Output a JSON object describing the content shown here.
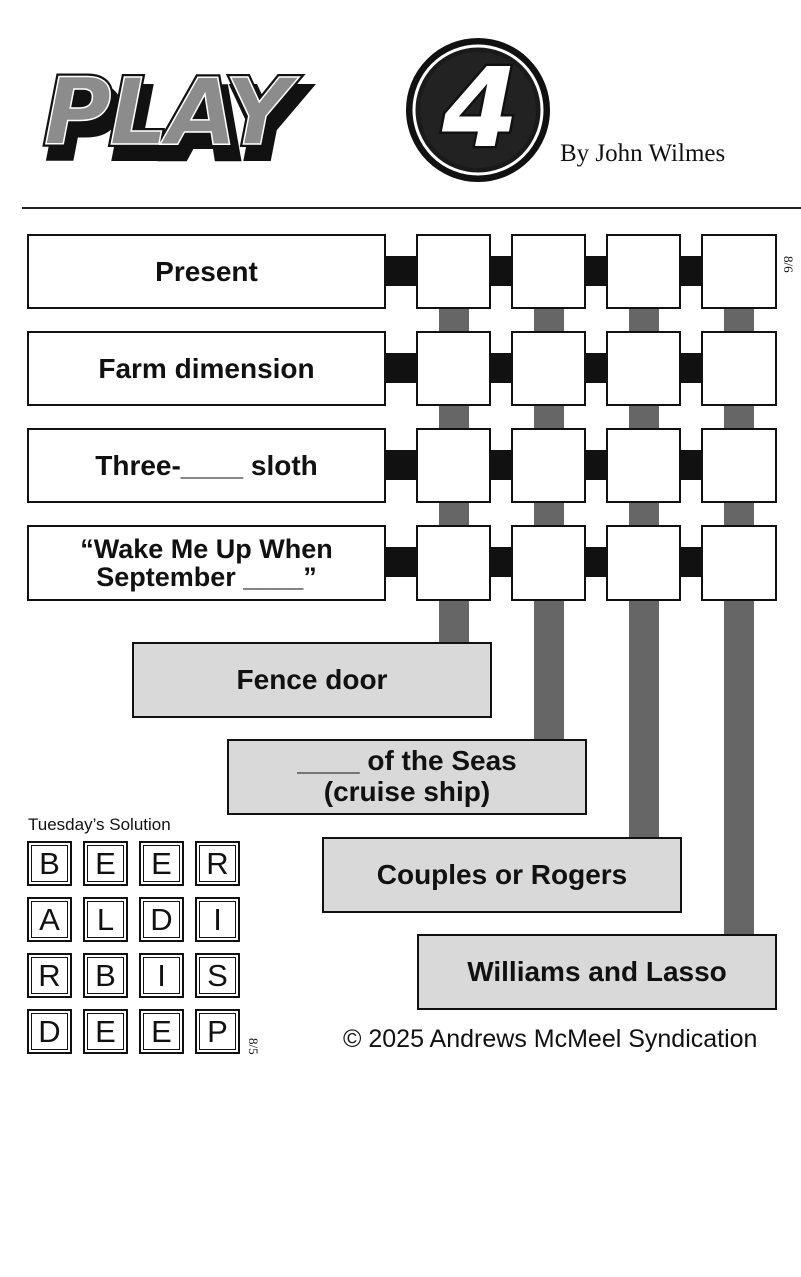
{
  "header": {
    "logo_text": "PLAY",
    "logo_digit": "4",
    "byline": "By John Wilmes",
    "date_top": "8/6"
  },
  "across_clues": [
    {
      "id": "present",
      "text": "Present"
    },
    {
      "id": "farm",
      "text": "Farm dimension"
    },
    {
      "id": "three",
      "text": "Three-____ sloth"
    },
    {
      "id": "wake",
      "line1": "“Wake Me Up When",
      "line2": "September ____”"
    }
  ],
  "down_clues": [
    {
      "line1": "Fence door",
      "line2": ""
    },
    {
      "line1": "____ of the Seas",
      "line2": "(cruise ship)"
    },
    {
      "line1": "Couples or Rogers",
      "line2": ""
    },
    {
      "line1": "Williams and Lasso",
      "line2": ""
    }
  ],
  "solution": {
    "title": "Tuesday’s Solution",
    "date": "8/5",
    "rows": [
      [
        "B",
        "E",
        "E",
        "R"
      ],
      [
        "A",
        "L",
        "D",
        "I"
      ],
      [
        "R",
        "B",
        "I",
        "S"
      ],
      [
        "D",
        "E",
        "E",
        "P"
      ]
    ]
  },
  "footer": {
    "copyright": "© 2025 Andrews McMeel Syndication"
  },
  "colors": {
    "down_clue_fill": "#d9d9d9",
    "connector_gray": "#666666",
    "ink": "#111111"
  }
}
